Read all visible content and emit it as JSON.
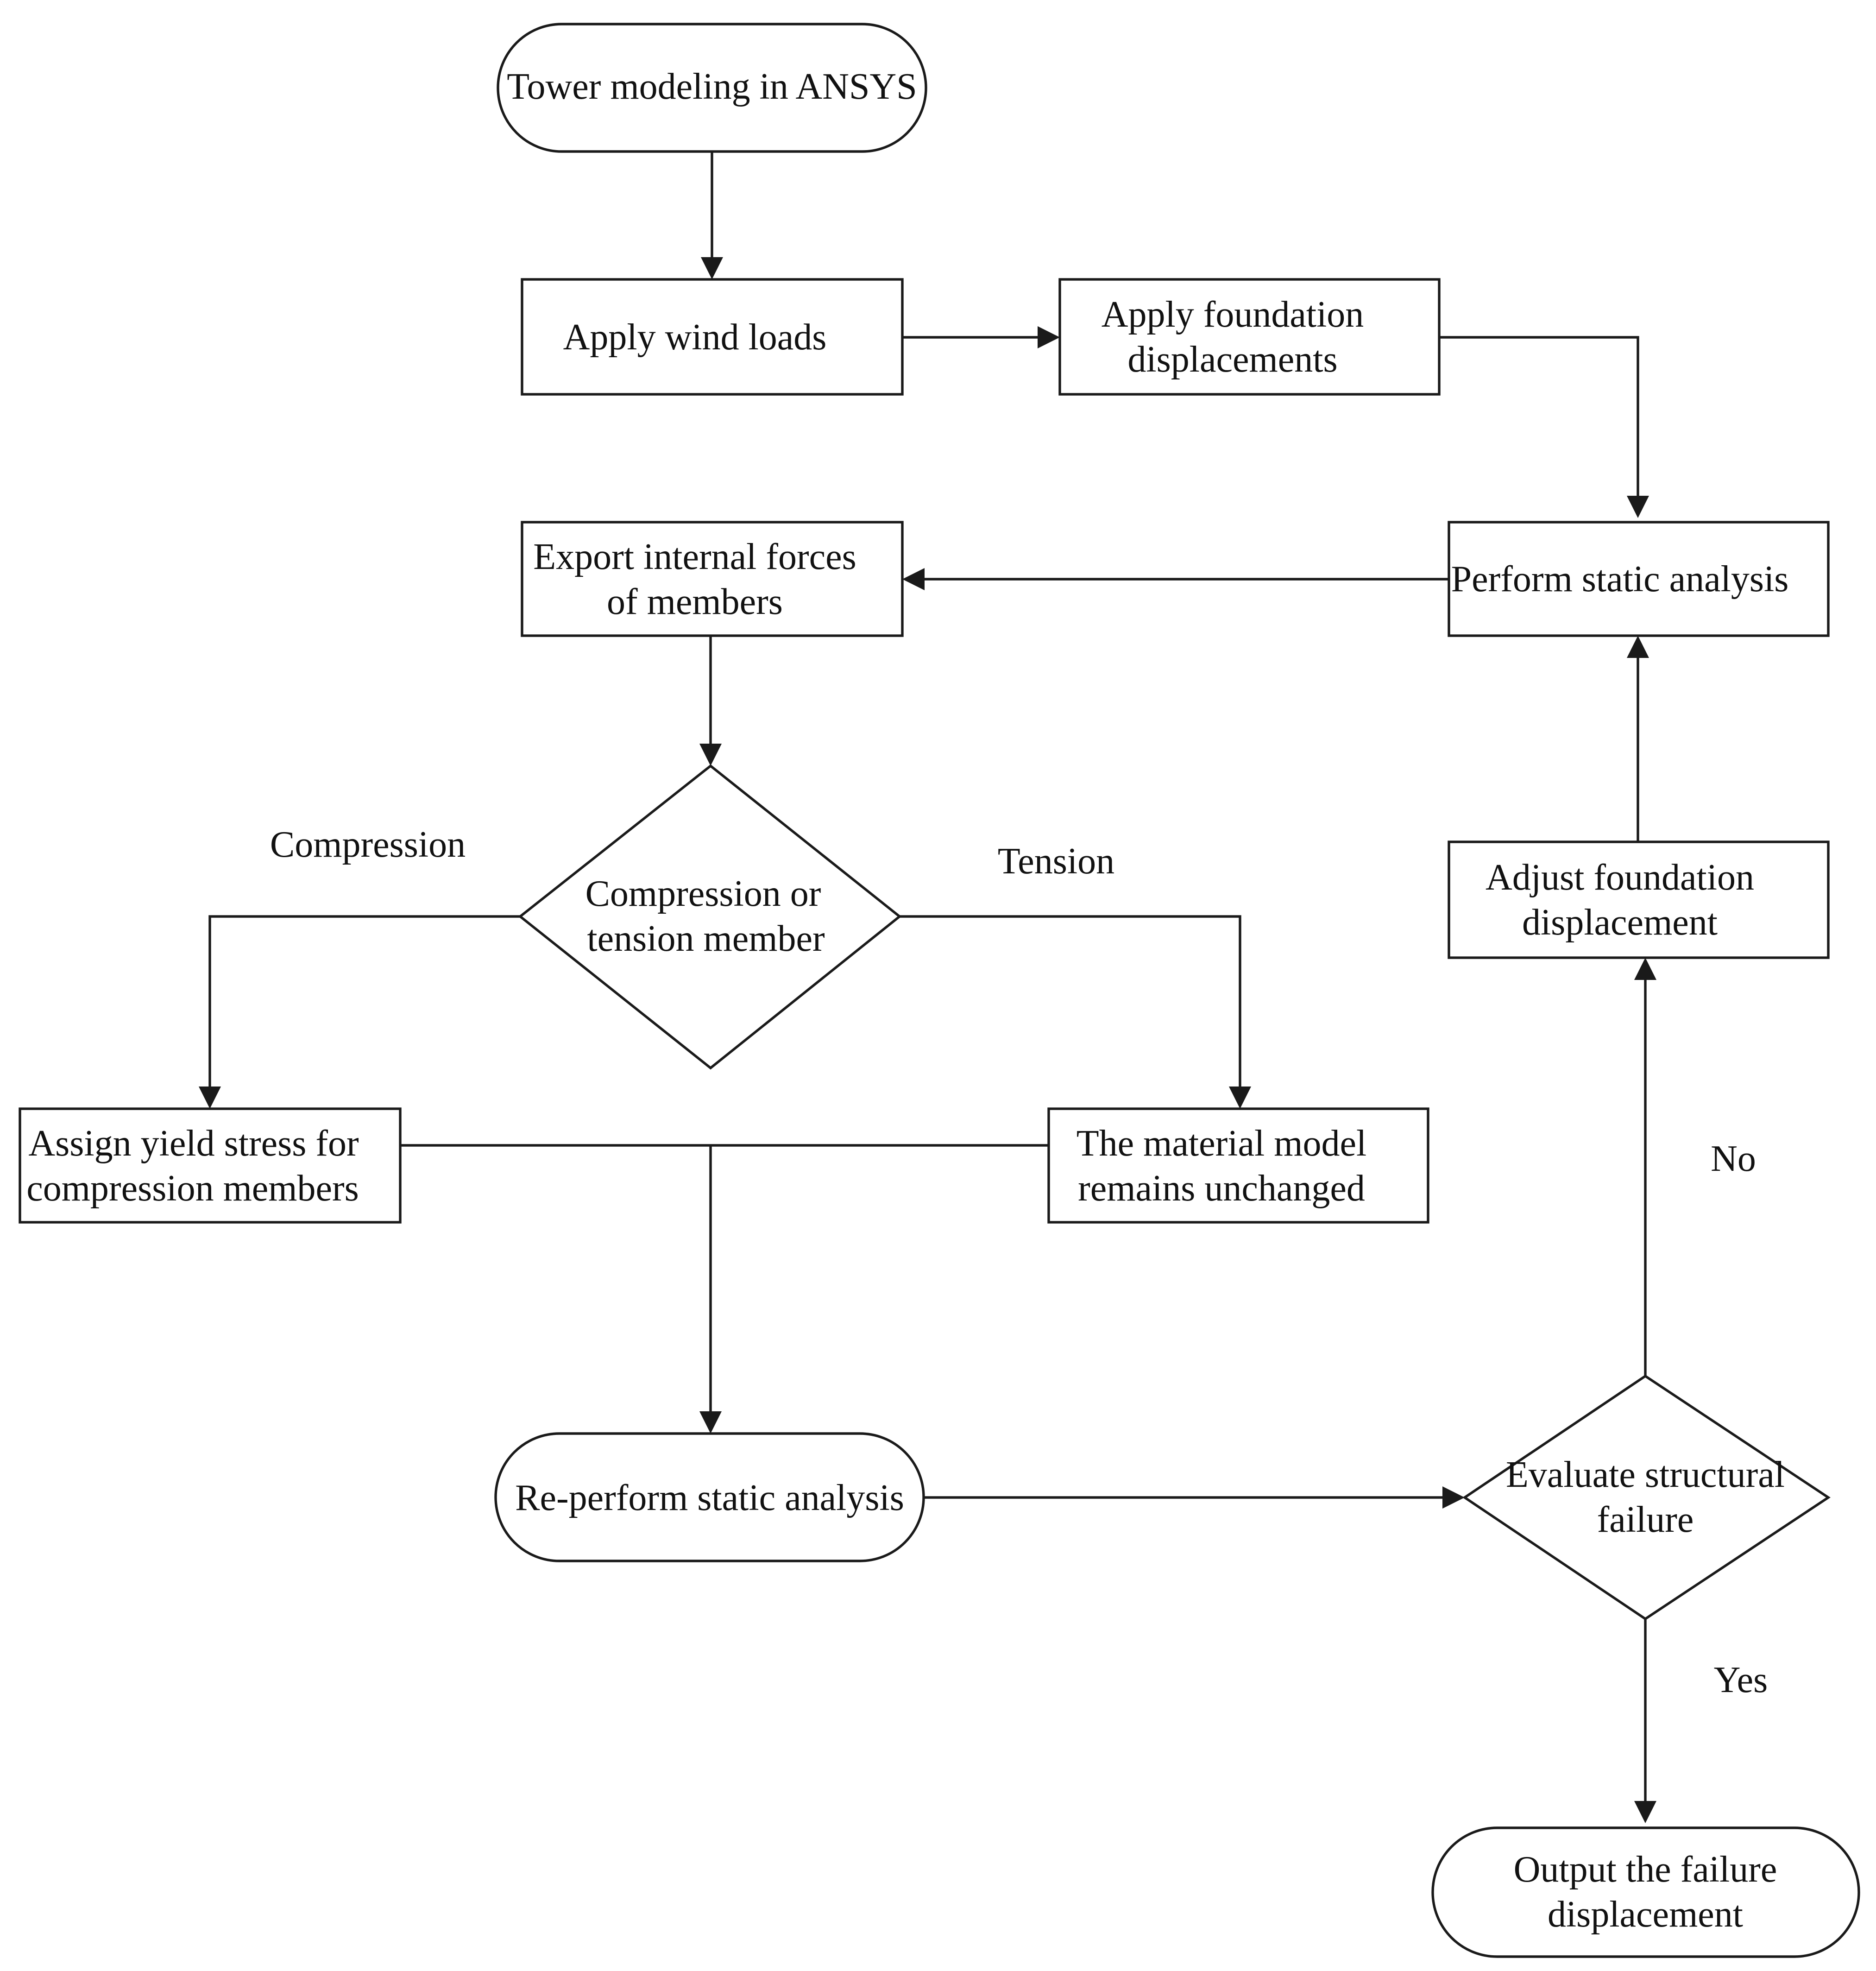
{
  "nodes": {
    "start": {
      "lines": [
        "Tower modeling in ANSYS"
      ]
    },
    "wind": {
      "lines": [
        "Apply wind loads"
      ]
    },
    "foundation": {
      "lines": [
        "Apply foundation",
        "displacements"
      ]
    },
    "static": {
      "lines": [
        "Perform static analysis"
      ]
    },
    "export": {
      "lines": [
        "Export internal forces",
        "of members"
      ]
    },
    "decision": {
      "lines": [
        "Compression or",
        "tension member"
      ]
    },
    "assign": {
      "lines": [
        "Assign yield stress for",
        "compression members"
      ]
    },
    "unchanged": {
      "lines": [
        "The material model",
        "remains unchanged"
      ]
    },
    "reperform": {
      "lines": [
        "Re-perform static analysis"
      ]
    },
    "evaluate": {
      "lines": [
        "Evaluate structural",
        "failure"
      ]
    },
    "adjust": {
      "lines": [
        "Adjust foundation",
        "displacement"
      ]
    },
    "output": {
      "lines": [
        "Output the failure",
        "displacement"
      ]
    }
  },
  "edge_labels": {
    "compression": "Compression",
    "tension": "Tension",
    "no": "No",
    "yes": "Yes"
  }
}
